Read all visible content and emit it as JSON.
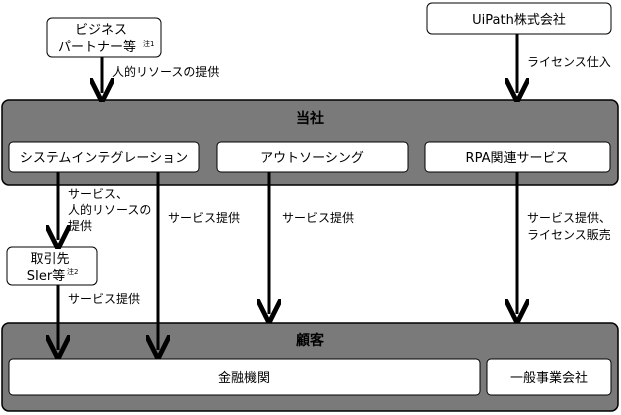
{
  "partner": {
    "line1": "ビジネス",
    "line2": "パートナー等",
    "note": "注1"
  },
  "uipath": {
    "name": "UiPath株式会社"
  },
  "flows": {
    "partner_to_company": "人的リソースの提供",
    "uipath_to_company": "ライセンス仕入",
    "si_to_client": [
      "サービス、",
      "人的リソースの",
      "提供"
    ],
    "si_to_customer": "サービス提供",
    "outsourcing_to_customer": "サービス提供",
    "rpa_to_customer": [
      "サービス提供、",
      "ライセンス販売"
    ],
    "client_to_customer": "サービス提供"
  },
  "company": {
    "title": "当社",
    "segments": [
      "システムインテグレーション",
      "アウトソーシング",
      "RPA関連サービス"
    ]
  },
  "client": {
    "line1": "取引先",
    "line2": "SIer等",
    "note": "注2"
  },
  "customer": {
    "title": "顧客",
    "segments": [
      "金融機関",
      "一般事業会社"
    ]
  },
  "colors": {
    "panel_fill": "#7a7a7a",
    "box_fill": "#ffffff",
    "stroke": "#000000"
  }
}
